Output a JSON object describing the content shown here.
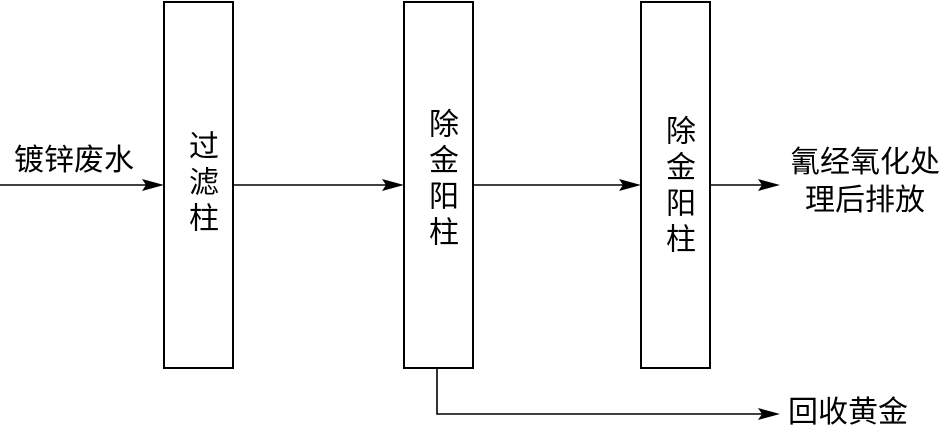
{
  "input_label": "镀锌废水",
  "boxes": [
    {
      "label": "过滤柱"
    },
    {
      "label": "除金阳柱"
    },
    {
      "label": "除金阳柱"
    }
  ],
  "output_label": {
    "line1": "氰经氧化处",
    "line2": "理后排放"
  },
  "recovery_label": "回收黄金"
}
